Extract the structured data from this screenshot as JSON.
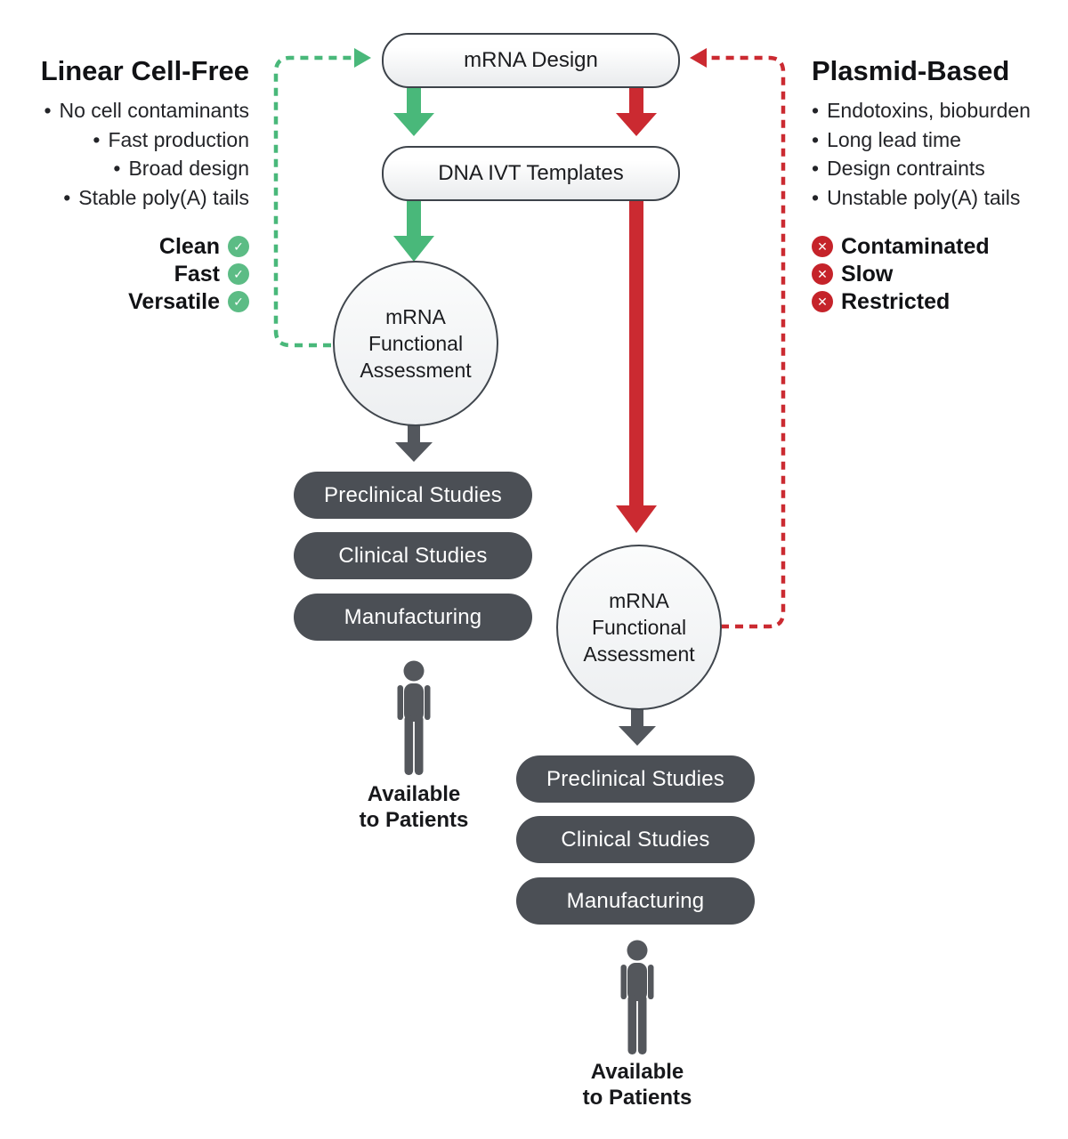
{
  "nodes": {
    "mrna_design": "mRNA Design",
    "dna_ivt": "DNA IVT Templates"
  },
  "left": {
    "heading": "Linear Cell-Free",
    "bullets": [
      "No cell contaminants",
      "Fast production",
      "Broad design",
      "Stable poly(A) tails"
    ],
    "benefits": [
      "Clean",
      "Fast",
      "Versatile"
    ],
    "circle_lines": [
      "mRNA",
      "Functional",
      "Assessment"
    ],
    "stages": [
      "Preclinical Studies",
      "Clinical Studies",
      "Manufacturing"
    ],
    "outcome_lines": [
      "Available",
      "to Patients"
    ]
  },
  "right": {
    "heading": "Plasmid-Based",
    "bullets": [
      "Endotoxins, bioburden",
      "Long lead time",
      "Design contraints",
      "Unstable poly(A) tails"
    ],
    "drawbacks": [
      "Contaminated",
      "Slow",
      "Restricted"
    ],
    "circle_lines": [
      "mRNA",
      "Functional",
      "Assessment"
    ],
    "stages": [
      "Preclinical Studies",
      "Clinical Studies",
      "Manufacturing"
    ],
    "outcome_lines": [
      "Available",
      "to Patients"
    ]
  },
  "ui": {
    "bullet_char": "•",
    "check_char": "✓",
    "cross_char": "✕"
  },
  "colors": {
    "green": "#49b87a",
    "red": "#cb2a31",
    "dark_pill": "#4b4f55",
    "gray_arrow": "#53575d"
  }
}
